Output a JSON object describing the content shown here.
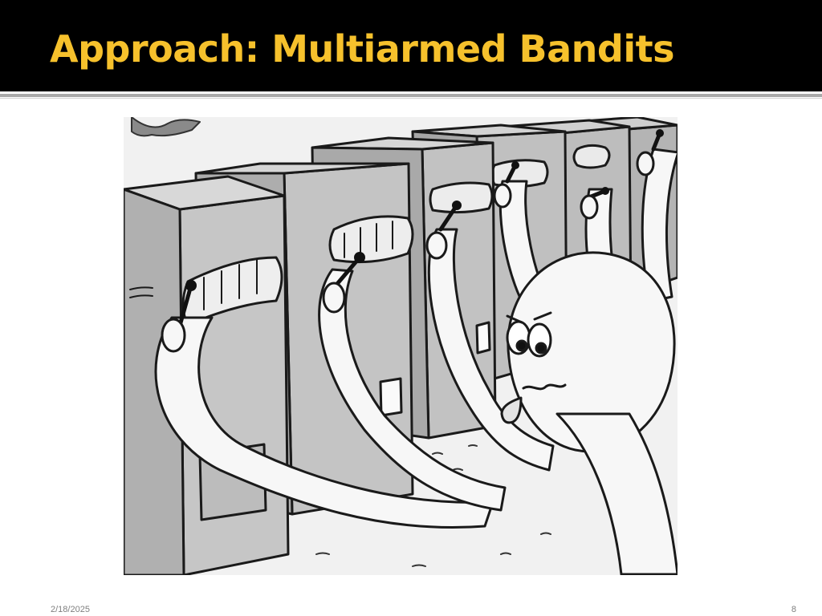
{
  "slide": {
    "title": "Approach: Multiarmed Bandits",
    "date": "2/18/2025",
    "page_number": "8"
  },
  "colors": {
    "title_bar": "#000000",
    "title_text": "#f6c12c",
    "divider": "#a9a9a9",
    "footer_text": "#7f7f7f"
  },
  "illustration": {
    "subject": "cartoon octopus pulling the levers of several slot machines at once",
    "slot_machine_count": 6
  }
}
